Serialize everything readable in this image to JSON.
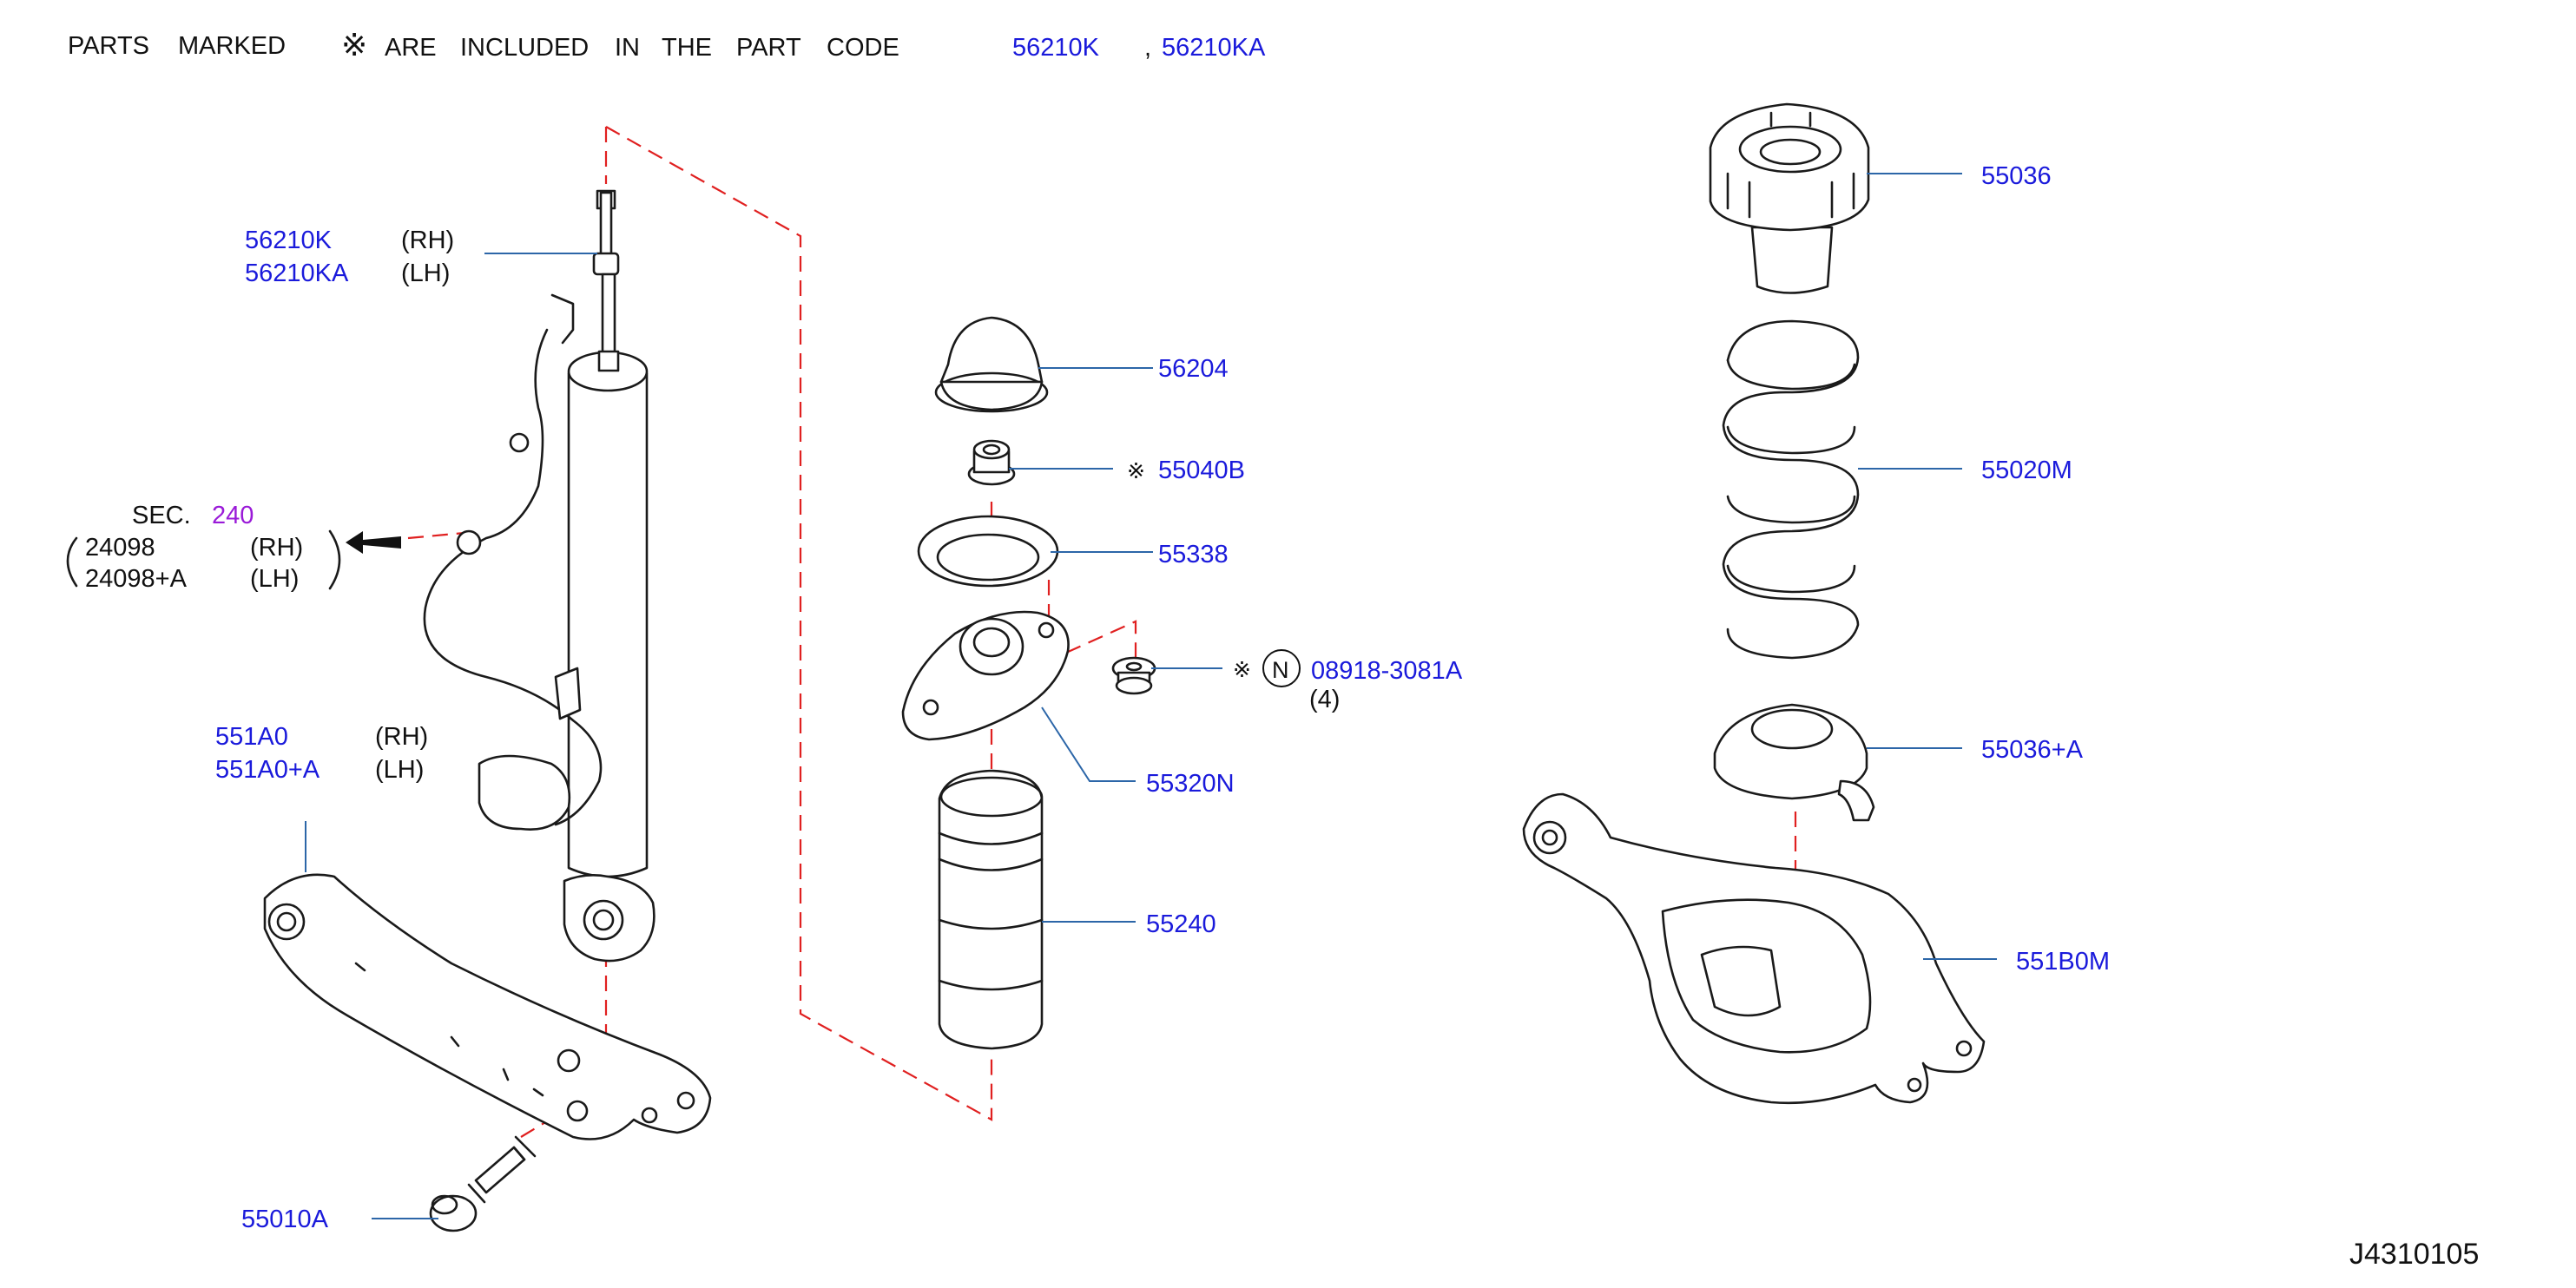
{
  "header": {
    "words": [
      "PARTS",
      "MARKED",
      "※",
      "ARE",
      "INCLUDED",
      "IN",
      "THE",
      "PART",
      "CODE"
    ],
    "code1": "56210K",
    "separator": ",",
    "code2": "56210KA"
  },
  "callouts": {
    "shock_rh": {
      "part": "56210K",
      "side": "(RH)"
    },
    "shock_lh": {
      "part": "56210KA",
      "side": "(LH)"
    },
    "sec_label": "SEC.",
    "sec_number": "240",
    "harness_rh": {
      "part": "24098",
      "side": "(RH)"
    },
    "harness_lh": {
      "part": "24098+A",
      "side": "(LH)"
    },
    "arm_rh": {
      "part": "551A0",
      "side": "(RH)"
    },
    "arm_lh": {
      "part": "551A0+A",
      "side": "(LH)"
    },
    "bolt": "55010A",
    "cap": "56204",
    "nut_mark": "※",
    "nut": "55040B",
    "washer": "55338",
    "mount_nut_mark": "※",
    "n_symbol": "N",
    "mount_nut": "08918-3081A",
    "mount_nut_qty": "(4)",
    "mount": "55320N",
    "bumper": "55240",
    "upper_seat": "55036",
    "spring": "55020M",
    "lower_seat": "55036+A",
    "lower_arm": "551B0M"
  },
  "diagram_code": "J4310105",
  "colors": {
    "part_number": "#1a1adb",
    "section_ref": "#9a1ad8",
    "leader": "#2c66a8",
    "phantom_line": "#e02020"
  }
}
